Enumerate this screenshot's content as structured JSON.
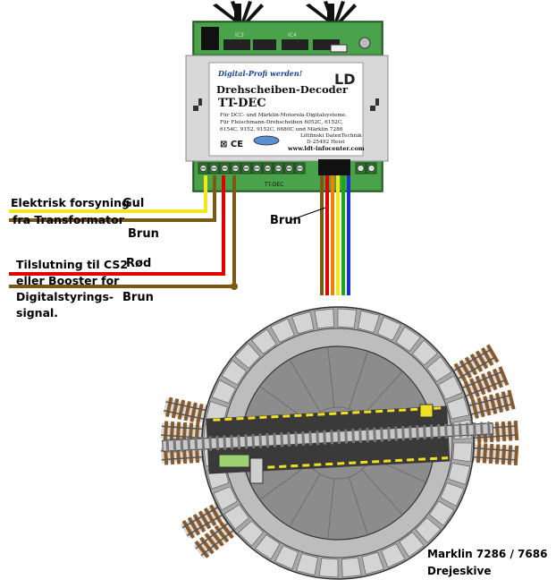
{
  "decoder": {
    "brand_tag": "Digital-Profi werden!",
    "title": "Drehscheiben-Decoder",
    "model": "TT-DEC",
    "desc": [
      "Für DCC- und Märklin-Motorola-Digitalsysteme.",
      "Für Fleischmann-Drehscheiben 6052C, 6152C,",
      "6154C, 9152, 9152C, 6680C und Märklin 7286"
    ],
    "maker": "Littfinski DatenTechnik",
    "address": "D-25492 Heist",
    "url": "www.ldt-infocenter.com",
    "chip_labels": [
      "IC3",
      "IC4"
    ],
    "terminal_label": "TT-DEC"
  },
  "wires": {
    "yellow": {
      "name": "Gul",
      "color": "#f5e61a"
    },
    "brown_power": {
      "name": "Brun",
      "color": "#7a5a12"
    },
    "red": {
      "name": "Rød",
      "color": "#e00000"
    },
    "brown_signal": {
      "name": "Brun",
      "color": "#7a5a12"
    },
    "brown_bundle": {
      "name": "Brun"
    },
    "bundle_colors": [
      "#7a5a12",
      "#e00000",
      "#f08000",
      "#f5e61a",
      "#18a818",
      "#1830d0"
    ]
  },
  "labels": {
    "power_1": "Elektrisk forsyning",
    "power_2": "fra Transformator",
    "signal_1": "Tilslutning til CS2",
    "signal_2": "eller Booster for",
    "signal_3": "Digitalstyrings-",
    "signal_4": "signal.",
    "turntable_1": "Marklin 7286 / 7686",
    "turntable_2": "Drejeskive"
  }
}
